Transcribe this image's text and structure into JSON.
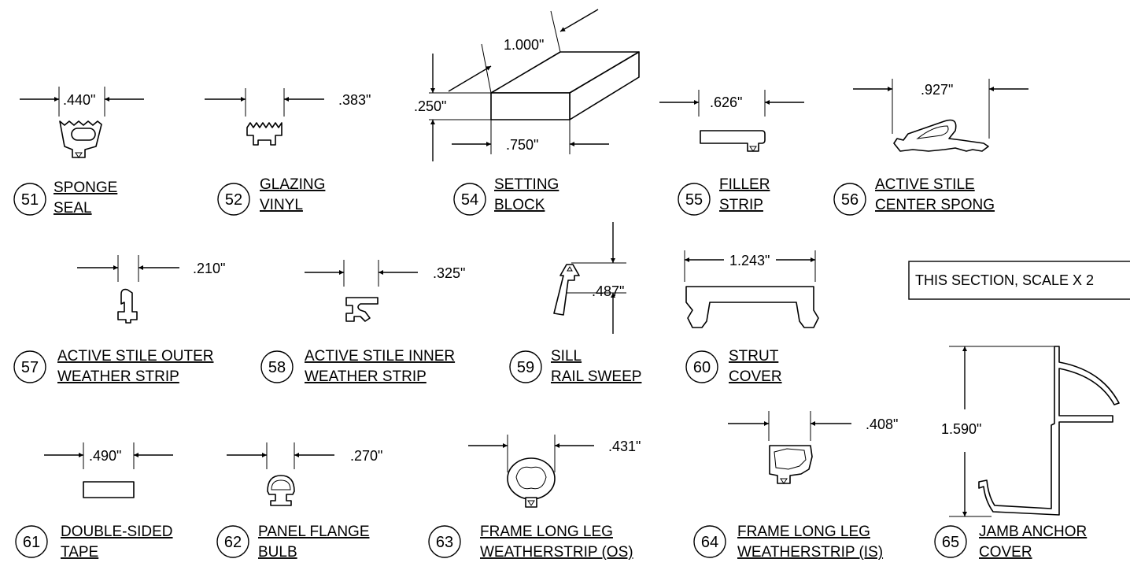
{
  "parts": [
    {
      "number": "51",
      "line1": "SPONGE",
      "line2": "SEAL",
      "dimension": ".440\""
    },
    {
      "number": "52",
      "line1": "GLAZING",
      "line2": "VINYL",
      "dimension": ".383\""
    },
    {
      "number": "54",
      "line1": "SETTING",
      "line2": "BLOCK",
      "dimensions": {
        "length": "1.000\"",
        "height": ".250\"",
        "width": ".750\""
      }
    },
    {
      "number": "55",
      "line1": "FILLER",
      "line2": "STRIP",
      "dimension": ".626\""
    },
    {
      "number": "56",
      "line1": "ACTIVE STILE",
      "line2": "CENTER SPONG",
      "dimension": ".927\""
    },
    {
      "number": "57",
      "line1": "ACTIVE STILE OUTER",
      "line2": "WEATHER STRIP",
      "dimension": ".210\""
    },
    {
      "number": "58",
      "line1": "ACTIVE STILE INNER",
      "line2": "WEATHER STRIP",
      "dimension": ".325\""
    },
    {
      "number": "59",
      "line1": "SILL",
      "line2": "RAIL SWEEP",
      "dimension": ".487\""
    },
    {
      "number": "60",
      "line1": "STRUT",
      "line2": "COVER",
      "dimension": "1.243\""
    },
    {
      "number": "61",
      "line1": "DOUBLE-SIDED",
      "line2": "TAPE",
      "dimension": ".490\""
    },
    {
      "number": "62",
      "line1": "PANEL FLANGE",
      "line2": "BULB",
      "dimension": ".270\""
    },
    {
      "number": "63",
      "line1": "FRAME LONG LEG",
      "line2": "WEATHERSTRIP (OS)",
      "dimension": ".431\""
    },
    {
      "number": "64",
      "line1": "FRAME LONG LEG",
      "line2": "WEATHERSTRIP (IS)",
      "dimension": ".408\""
    },
    {
      "number": "65",
      "line1": "JAMB ANCHOR",
      "line2": "COVER",
      "dimension": "1.590\""
    }
  ],
  "section_note": "THIS SECTION, SCALE X 2"
}
